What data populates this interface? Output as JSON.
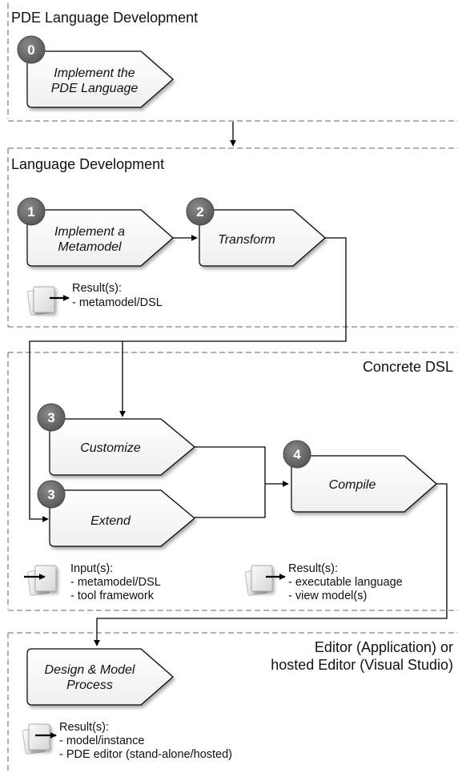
{
  "sections": [
    {
      "title": "PDE Language Development"
    },
    {
      "title": "Language Development"
    },
    {
      "title": "Concrete DSL"
    },
    {
      "title_line1": "Editor (Application) or",
      "title_line2": "hosted Editor (Visual Studio)"
    }
  ],
  "steps": [
    {
      "badge": "0",
      "line1": "Implement the",
      "line2": "PDE Language"
    },
    {
      "badge": "1",
      "line1": "Implement a",
      "line2": "Metamodel"
    },
    {
      "badge": "2",
      "line1": "Transform"
    },
    {
      "badge": "3",
      "line1": "Customize"
    },
    {
      "badge": "3",
      "line1": "Extend"
    },
    {
      "badge": "4",
      "line1": "Compile"
    },
    {
      "line1": "Design & Model",
      "line2": "Process"
    }
  ],
  "notes": [
    {
      "heading": "Result(s):",
      "items": [
        "- metamodel/DSL"
      ]
    },
    {
      "heading": "Input(s):",
      "items": [
        "- metamodel/DSL",
        "- tool framework"
      ]
    },
    {
      "heading": "Result(s):",
      "items": [
        "- executable language",
        "- view model(s)"
      ]
    },
    {
      "heading": "Result(s):",
      "items": [
        "- model/instance",
        "- PDE editor (stand-alone/hosted)"
      ]
    }
  ]
}
